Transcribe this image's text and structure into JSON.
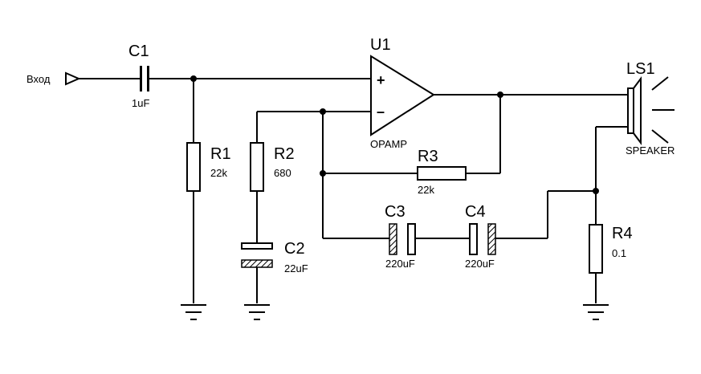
{
  "input_label": "Вход",
  "components": {
    "c1": {
      "ref": "C1",
      "value": "1uF"
    },
    "r1": {
      "ref": "R1",
      "value": "22k"
    },
    "r2": {
      "ref": "R2",
      "value": "680"
    },
    "c2": {
      "ref": "C2",
      "value": "22uF"
    },
    "u1": {
      "ref": "U1",
      "value": "OPAMP",
      "plus": "+",
      "minus": "–"
    },
    "r3": {
      "ref": "R3",
      "value": "22k"
    },
    "c3": {
      "ref": "C3",
      "value": "220uF"
    },
    "c4": {
      "ref": "C4",
      "value": "220uF"
    },
    "r4": {
      "ref": "R4",
      "value": "0.1"
    },
    "ls1": {
      "ref": "LS1",
      "value": "SPEAKER"
    }
  }
}
